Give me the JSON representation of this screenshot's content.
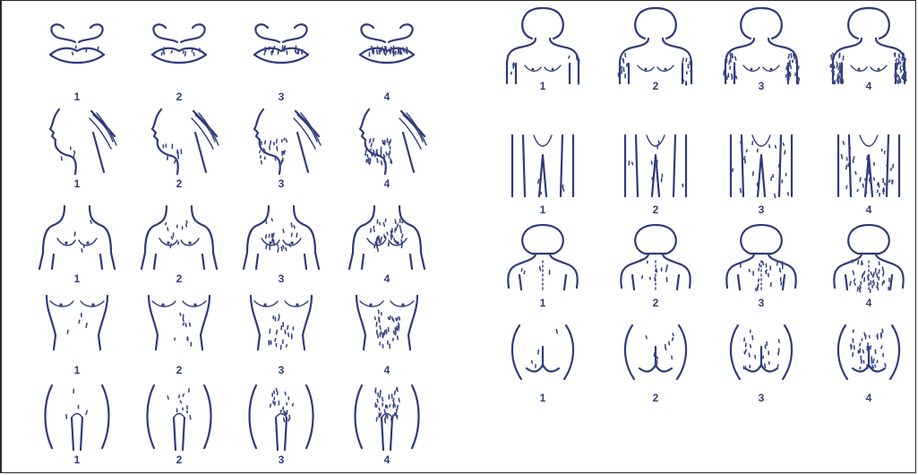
{
  "diagram": {
    "color": "#2f3b7a",
    "left_panel": {
      "rows": [
        {
          "region": "upper-lip",
          "labels": [
            "1",
            "2",
            "3",
            "4"
          ]
        },
        {
          "region": "chin",
          "labels": [
            "1",
            "2",
            "3",
            "4"
          ]
        },
        {
          "region": "chest",
          "labels": [
            "1",
            "2",
            "3",
            "4"
          ]
        },
        {
          "region": "upper-abdomen",
          "labels": [
            "1",
            "2",
            "3",
            "4"
          ]
        },
        {
          "region": "lower-abdomen",
          "labels": [
            "1",
            "2",
            "3",
            "4"
          ]
        }
      ]
    },
    "right_panel": {
      "rows": [
        {
          "region": "arm",
          "labels": [
            "1",
            "2",
            "3",
            "4"
          ]
        },
        {
          "region": "thigh",
          "labels": [
            "1",
            "2",
            "3",
            "4"
          ]
        },
        {
          "region": "back",
          "labels": [
            "1",
            "2",
            "3",
            "4"
          ]
        },
        {
          "region": "buttocks",
          "labels": [
            "1",
            "2",
            "3",
            "4"
          ]
        }
      ]
    }
  }
}
